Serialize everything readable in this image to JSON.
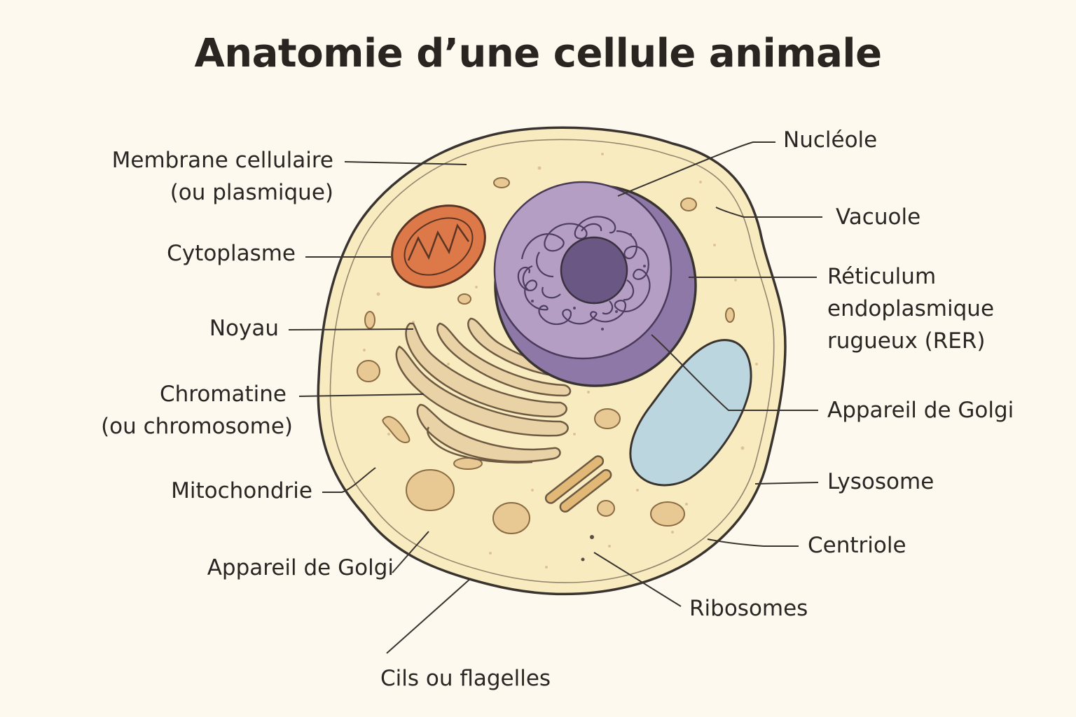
{
  "title": "Anatomie d’une cellule animale",
  "colors": {
    "background": "#fdf9ee",
    "cytoplasm": "#f7ebbf",
    "membrane_stroke": "#3a3430",
    "nucleus": "#8e78a8",
    "nucleus_inner": "#b59ec4",
    "nucleolus": "#6b5783",
    "mitochondria": "#dd7848",
    "vacuole": "#bcd6df",
    "golgi": "#e9d2a6",
    "vesicle": "#e2b877"
  },
  "labels": {
    "membrane_line1": "Membrane cellulaire",
    "membrane_line2": "(ou plasmique)",
    "cytoplasme": "Cytoplasme",
    "noyau": "Noyau",
    "chromatine_line1": "Chromatine",
    "chromatine_line2": "(ou chromosome)",
    "mitochondrie": "Mitochondrie",
    "golgi_left": "Appareil de Golgi",
    "cils": "Cils ou flagelles",
    "nucleole": "Nucléole",
    "vacuole": "Vacuole",
    "rer_line1": "Réticulum",
    "rer_line2": "endoplasmique",
    "rer_line3": "rugueux (RER)",
    "golgi_right": "Appareil de Golgi",
    "lysosome": "Lysosome",
    "centriole": "Centriole",
    "ribosomes": "Ribosomes"
  }
}
